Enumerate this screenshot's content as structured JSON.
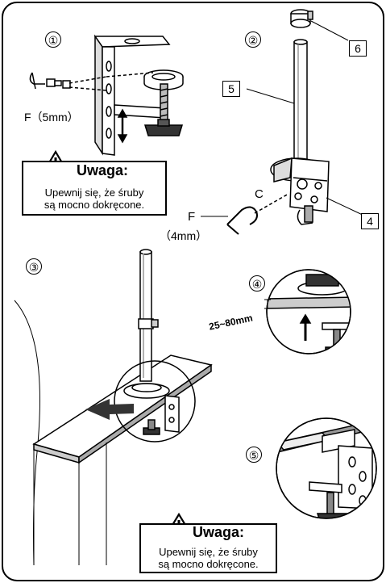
{
  "steps": [
    "①",
    "②",
    "③",
    "④",
    "⑤"
  ],
  "parts": {
    "p4": "4",
    "p5": "5",
    "p6": "6",
    "c": "C",
    "f": "F",
    "f_5mm": "F（5mm）",
    "f_4mm": "（4mm）"
  },
  "measure": "25~80mm",
  "warning_top": {
    "title": "Uwaga:",
    "line1": "Upewnij się, że śruby",
    "line2": "są mocno dokręcone."
  },
  "warning_bottom": {
    "title": "Uwaga:",
    "line1": "Upewnij się, że śruby",
    "line2": "są mocno dokręcone."
  },
  "colors": {
    "ink": "#000000",
    "paper": "#ffffff",
    "shade": "#555555"
  }
}
